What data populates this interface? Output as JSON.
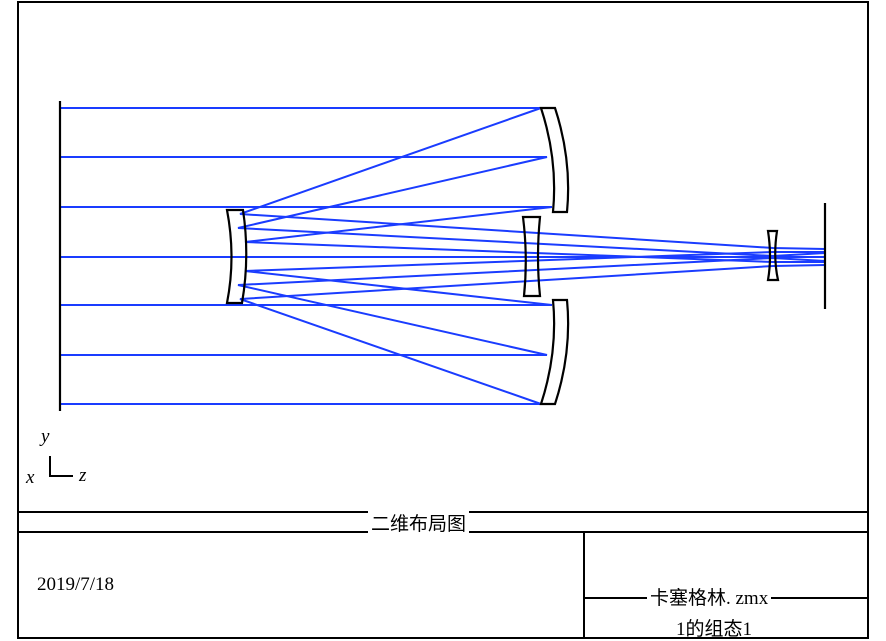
{
  "plot_title": "二维布局图",
  "date": "2019/7/18",
  "file_name": "卡塞格林. zmx",
  "configuration": "1的组态1",
  "axes": {
    "y": "y",
    "x": "x",
    "z": "z"
  },
  "colors": {
    "ray": "#1a3cff",
    "frame": "#000000"
  }
}
